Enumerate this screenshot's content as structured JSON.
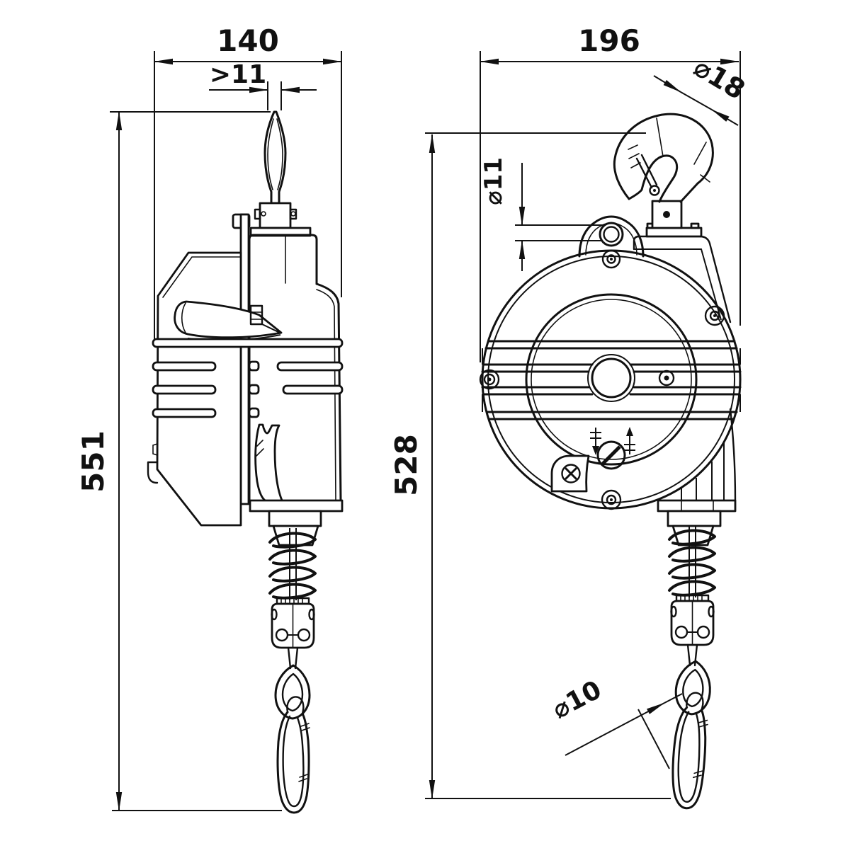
{
  "drawing": {
    "kind": "technical drawing, two orthographic views of a spring tool balancer",
    "colors": {
      "line": "#111111",
      "background": "#ffffff"
    },
    "dims": {
      "side_width": "140",
      "hook_gap": ">11",
      "side_height": "551",
      "front_width": "196",
      "top_hook_dia": "⌀18",
      "lug_hole_dia": "⌀11",
      "front_height": "528",
      "bottom_hook_dia": "⌀10"
    }
  }
}
